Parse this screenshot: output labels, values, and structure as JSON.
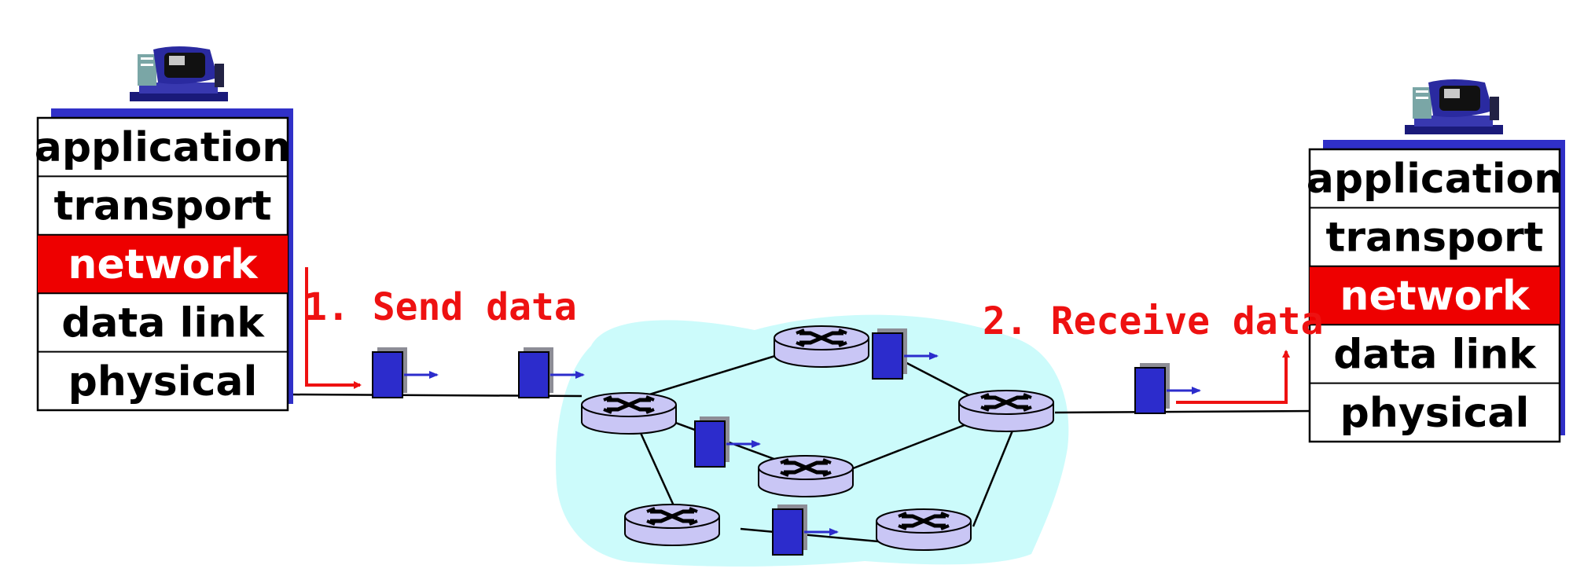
{
  "left_host": {
    "layers": [
      "application",
      "transport",
      "network",
      "data link",
      "physical"
    ],
    "highlighted_layer": 2
  },
  "right_host": {
    "layers": [
      "application",
      "transport",
      "network",
      "data link",
      "physical"
    ],
    "highlighted_layer": 2
  },
  "labels": {
    "send": "1. Send data",
    "receive": "2. Receive data"
  },
  "colors": {
    "highlight": "#ee0000",
    "cloud": "#ccfbfb",
    "router_fill": "#c9c6f5",
    "packet": "#2c2ccc",
    "host_shadow": "#3030c8",
    "arrow_red": "#ee1111",
    "arrow_blue": "#2c2ccc"
  },
  "icons": {
    "computer": "desktop-computer-icon",
    "router": "router-icon",
    "packet": "datagram-icon"
  }
}
